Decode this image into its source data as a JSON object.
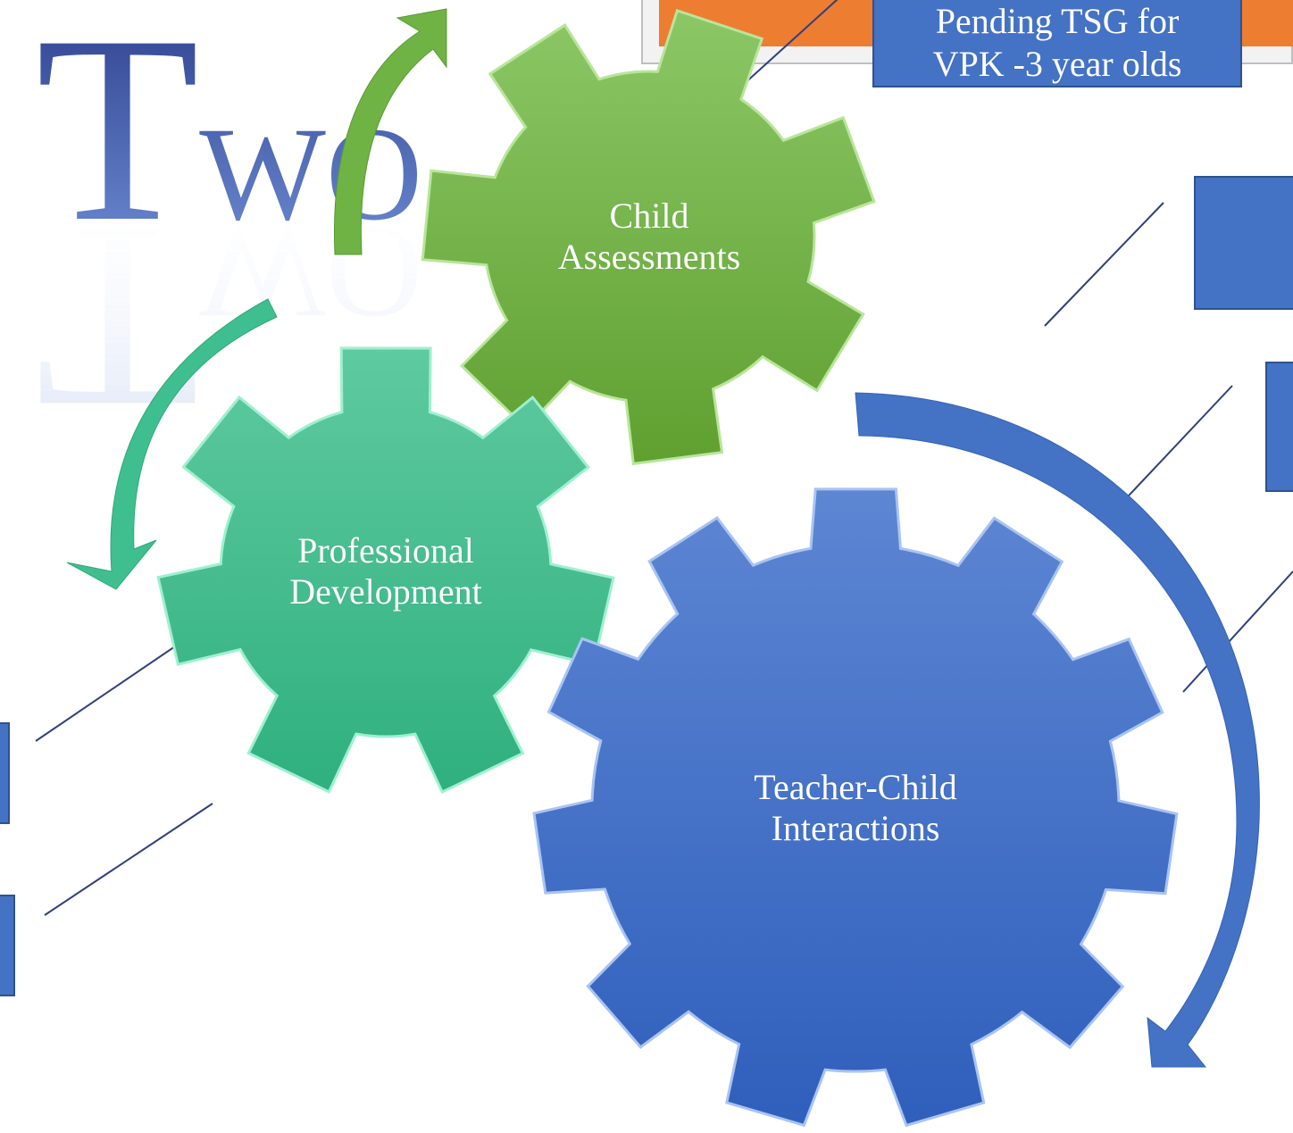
{
  "title": {
    "text": "Two"
  },
  "gears": [
    {
      "label": "Child\nAssessments",
      "color": "#70ad47"
    },
    {
      "label": "Professional\nDevelopment",
      "color": "#3fbf8f"
    },
    {
      "label": "Teacher-Child\nInteractions",
      "color": "#4472c4"
    }
  ],
  "callouts": {
    "vpk_text": "Pending TSG for\nVPK -3 year olds"
  },
  "colors": {
    "accent_orange": "#ed7d31",
    "callout_blue": "#4472c4",
    "line": "#2f3f7f"
  }
}
